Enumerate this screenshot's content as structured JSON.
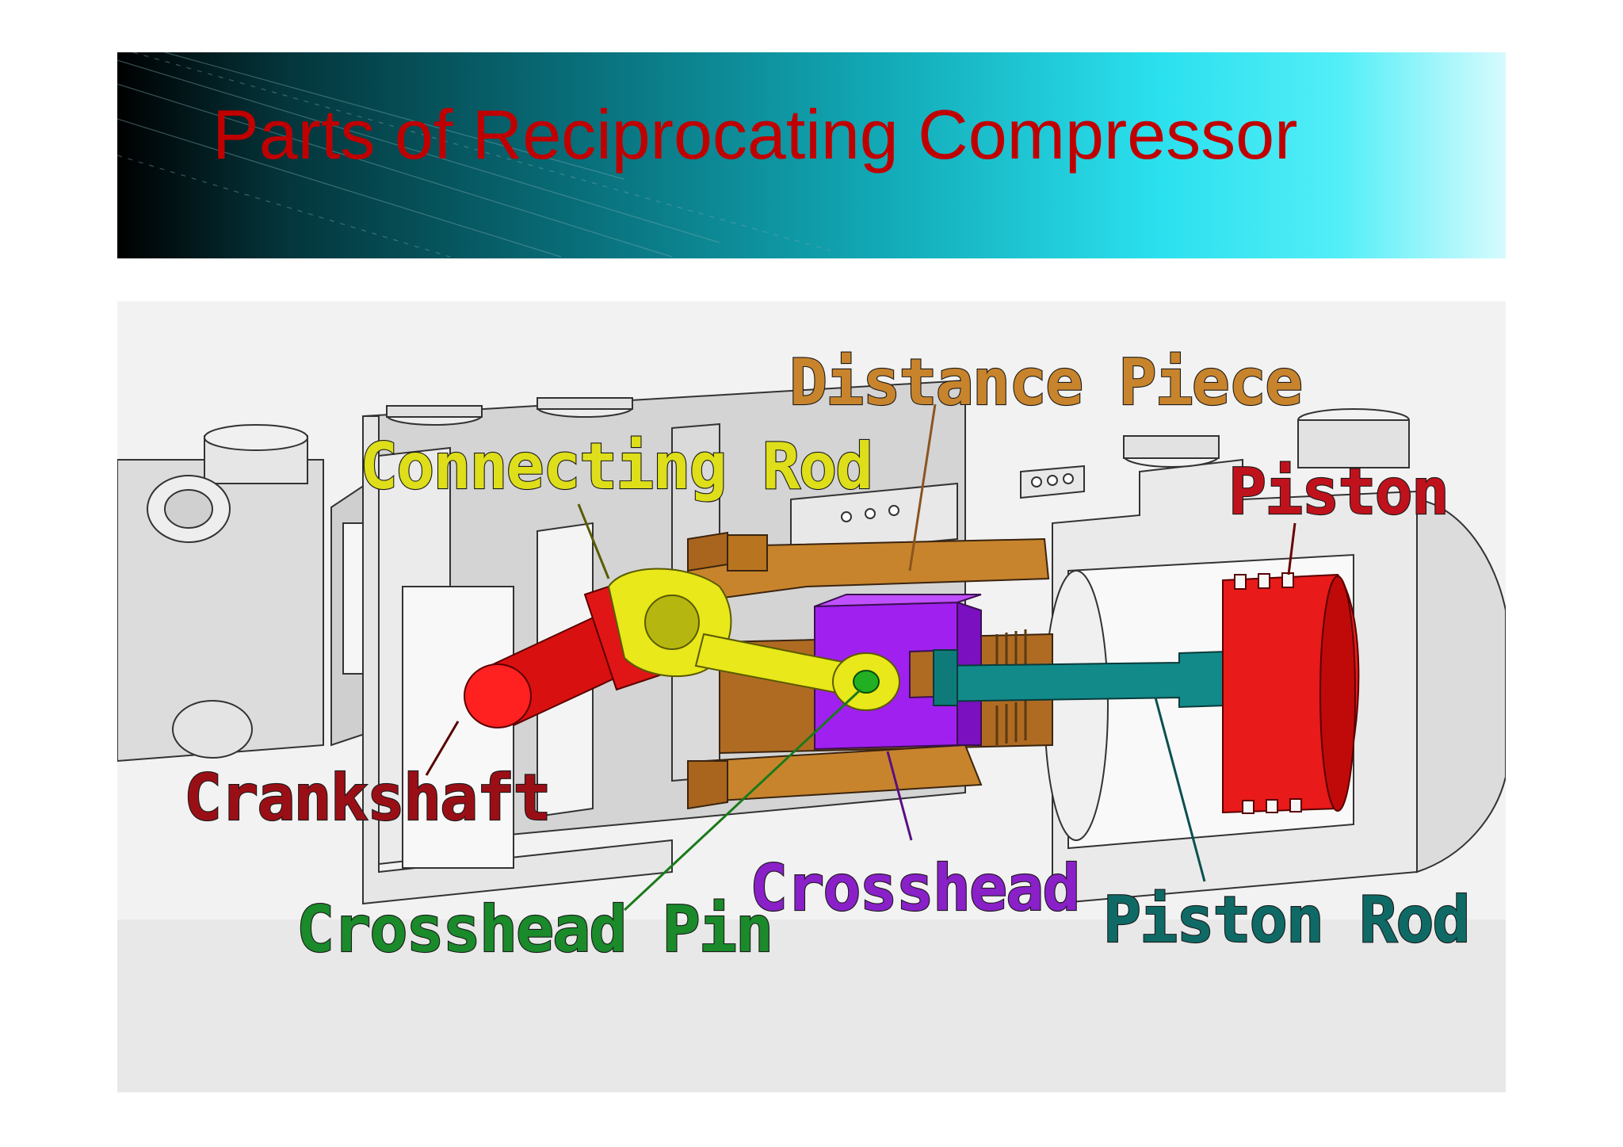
{
  "slide": {
    "title": "Parts of Reciprocating Compressor",
    "title_color": "#c00000",
    "banner_gradient": [
      "#000000",
      "#086b76",
      "#2be0ee",
      "#d6fbfd"
    ]
  },
  "diagram": {
    "labels": {
      "distance_piece": "Distance Piece",
      "connecting_rod": "Connecting Rod",
      "piston": "Piston",
      "crankshaft": "Crankshaft",
      "crosshead": "Crosshead",
      "crosshead_pin": "Crosshead Pin",
      "piston_rod": "Piston Rod"
    },
    "colors": {
      "distance_piece": "#c8842c",
      "connecting_rod": "#e8e81a",
      "piston": "#d91010",
      "crankshaft": "#d91010",
      "crosshead": "#a020f0",
      "crosshead_pin": "#22b022",
      "piston_rod": "#128a8a",
      "frame": "#d4d4d4"
    }
  }
}
